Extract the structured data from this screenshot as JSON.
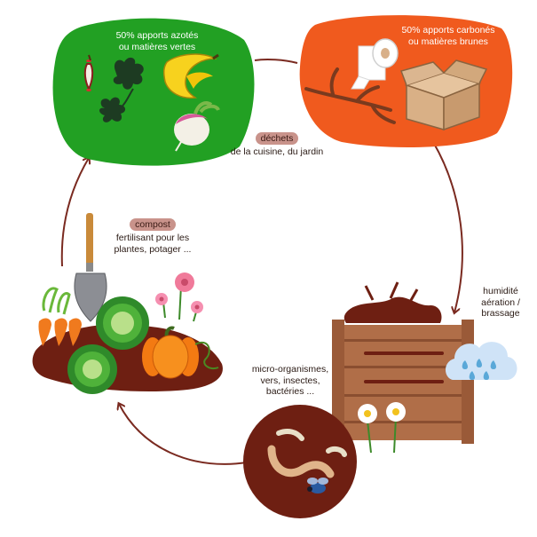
{
  "green_blob": {
    "line1": "50% apports azotés",
    "line2": "ou matières vertes"
  },
  "orange_blob": {
    "line1": "50% apports carbonés",
    "line2": "ou matières brunes"
  },
  "dechets": {
    "pill": "déchets",
    "caption": "de la cuisine, du jardin"
  },
  "compost": {
    "pill": "compost",
    "line1": "fertilisant pour les",
    "line2": "plantes, potager ..."
  },
  "humidite": {
    "line1": "humidité",
    "line2": "aération /",
    "line3": "brassage"
  },
  "micro": {
    "line1": "micro-organismes,",
    "line2": "vers, insectes,",
    "line3": "bactéries ..."
  },
  "colors": {
    "green": "#22a023",
    "orange": "#f05a1e",
    "brown_dark": "#6e1f12",
    "wood": "#b06e48",
    "cloud": "#cfe3f7",
    "arrow": "#7a2a20"
  }
}
